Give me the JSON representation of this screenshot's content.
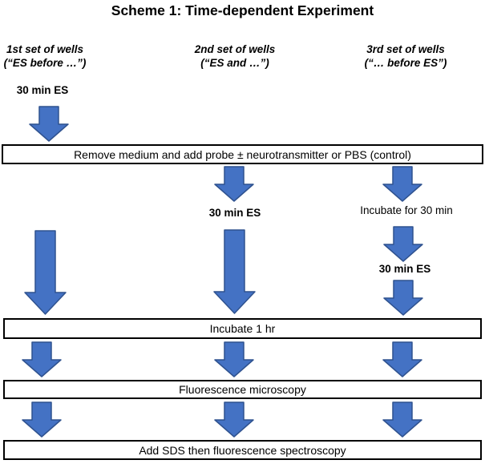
{
  "title": "Scheme 1: Time-dependent Experiment",
  "columns": [
    {
      "name": "1st set of wells",
      "condition": "(“ES before …”)"
    },
    {
      "name": "2nd set of wells",
      "condition": "(“ES and …”)"
    },
    {
      "name": "3rd set of wells",
      "condition": "(“… before ES”)"
    }
  ],
  "steps": {
    "col1_es": "30 min ES",
    "col2_es": "30 min ES",
    "col3_incubate": "Incubate for 30 min",
    "col3_es": "30 min ES"
  },
  "boxes": {
    "probe": "Remove medium and add probe ± neurotransmitter or PBS (control)",
    "incubate": "Incubate 1 hr",
    "microscopy": "Fluorescence microscopy",
    "spectroscopy": "Add SDS then fluorescence spectroscopy"
  },
  "colors": {
    "arrow_fill": "#4472C4",
    "arrow_border": "#2F528F",
    "box_border": "#000000",
    "background": "#FFFFFF",
    "text": "#000000"
  }
}
